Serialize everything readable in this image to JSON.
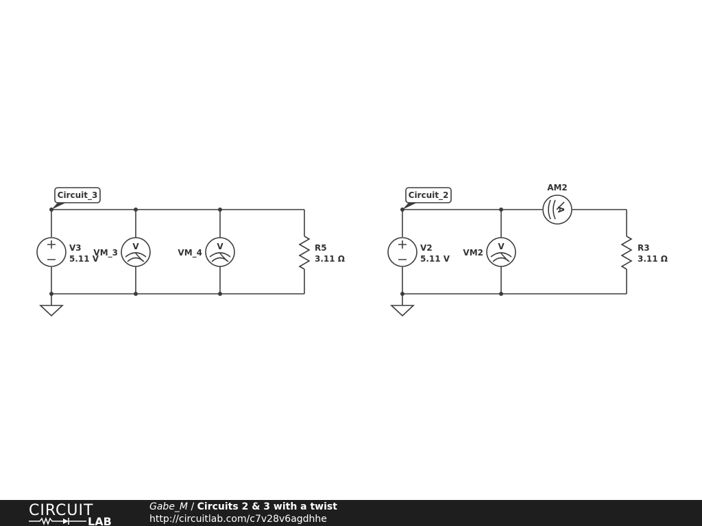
{
  "circuit_3": {
    "flag": "Circuit_3",
    "source": {
      "name": "V3",
      "value": "5.11 V"
    },
    "meter_a": {
      "name": "VM_3",
      "symbol": "V"
    },
    "meter_b": {
      "name": "VM_4",
      "symbol": "V"
    },
    "resistor": {
      "name": "R5",
      "value": "3.11 Ω"
    }
  },
  "circuit_2": {
    "flag": "Circuit_2",
    "source": {
      "name": "V2",
      "value": "5.11 V"
    },
    "meter": {
      "name": "VM2",
      "symbol": "V"
    },
    "ammeter": {
      "name": "AM2",
      "symbol": "A"
    },
    "resistor": {
      "name": "R3",
      "value": "3.11 Ω"
    }
  },
  "footer": {
    "logo_top": "CIRCUIT",
    "logo_bottom": "LAB",
    "author": "Gabe_M",
    "separator": "/",
    "title": "Circuits 2 & 3 with a twist",
    "url": "http://circuitlab.com/c7v28v6agdhhe"
  },
  "colors": {
    "wire": "#3c3c3c",
    "footer_bg": "#1e1e1e",
    "footer_text": "#ffffff"
  }
}
